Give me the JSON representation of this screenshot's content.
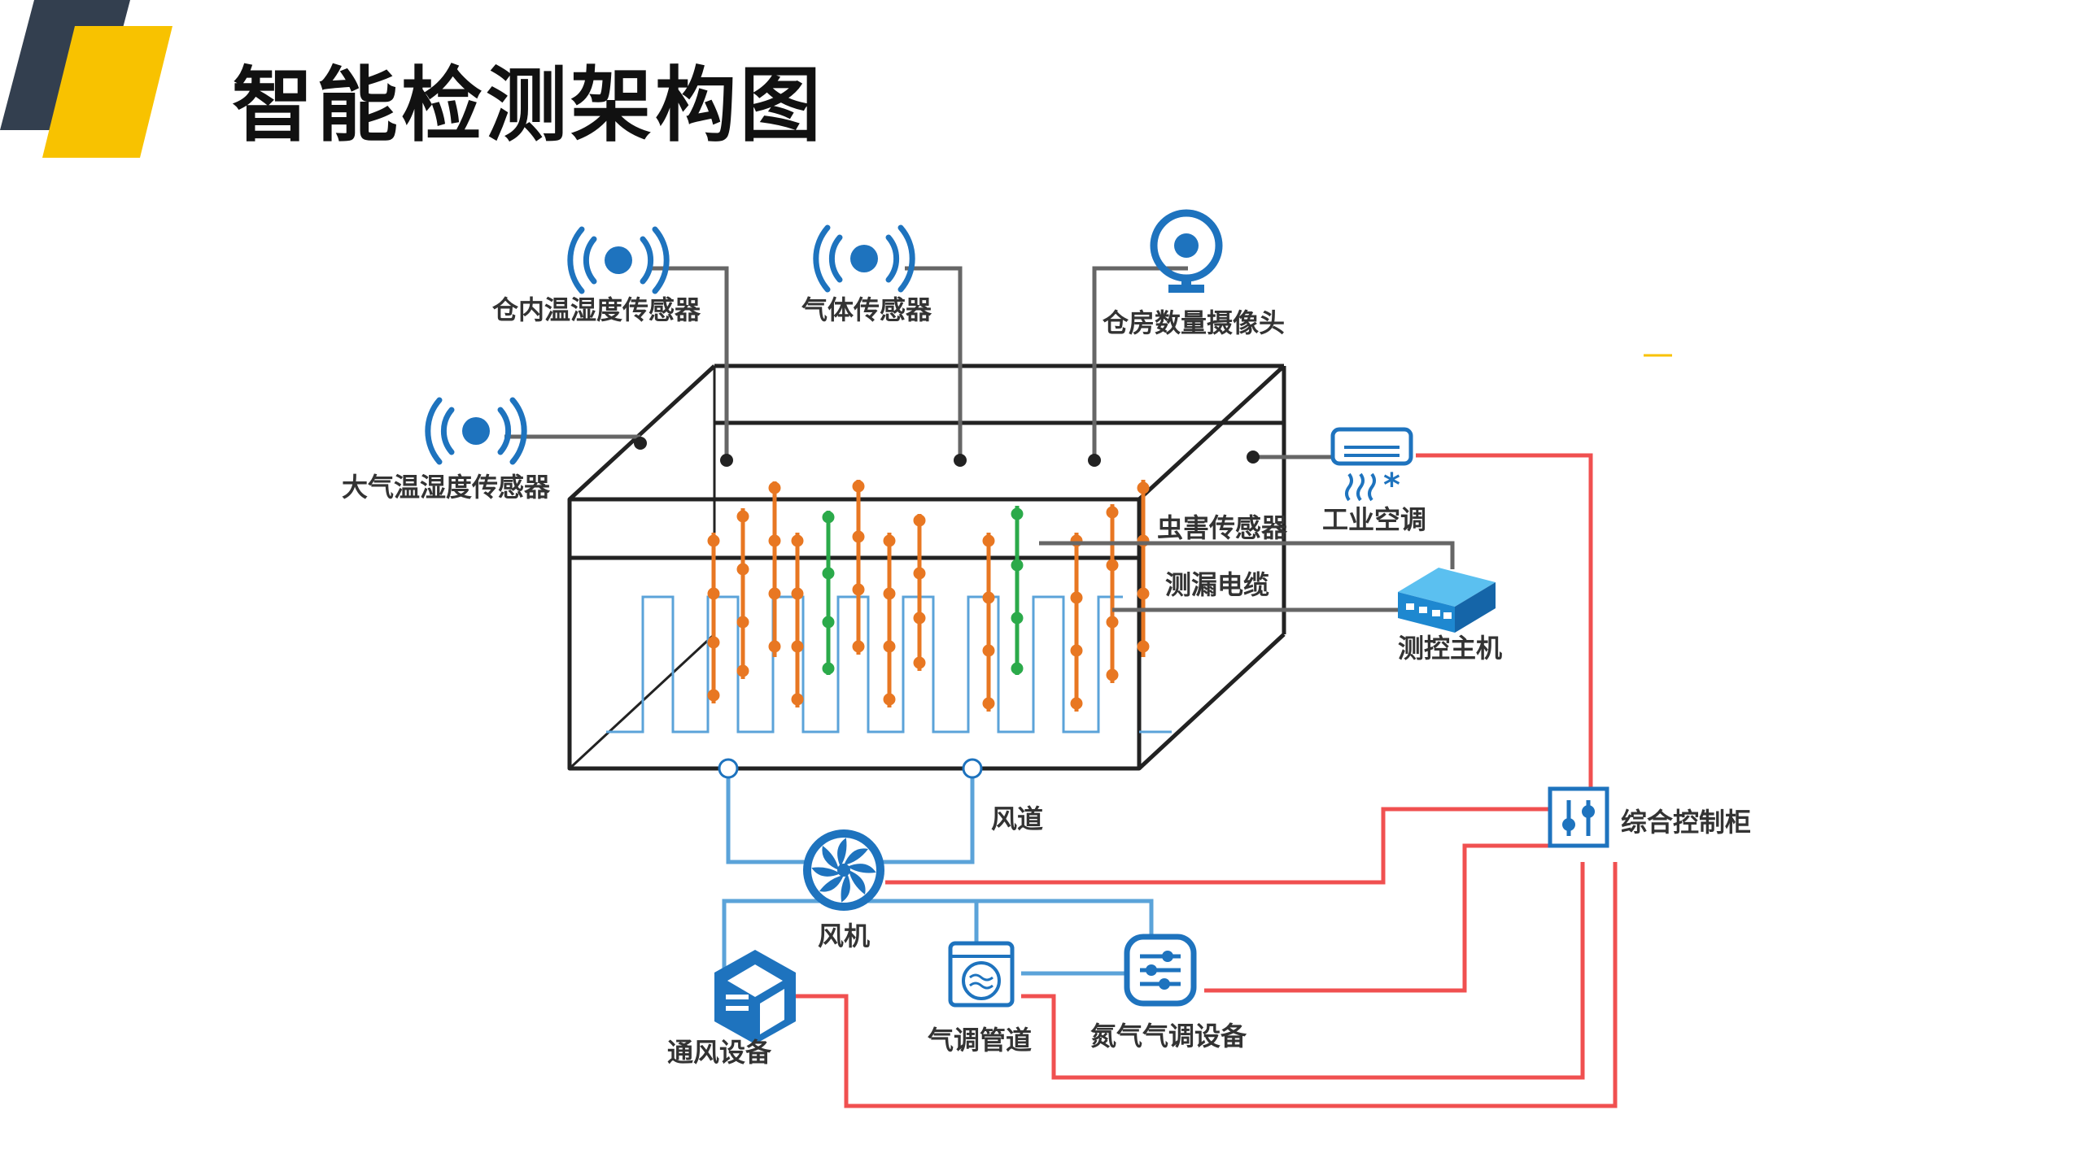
{
  "page": {
    "title": "智能检测架构图"
  },
  "colors": {
    "accent_yellow": "#F8C200",
    "accent_dark": "#333F4F",
    "icon_blue": "#1E73BE",
    "cable_orange": "#E87722",
    "cable_green": "#2BAA4A",
    "control_red": "#F05050",
    "duct_blue": "#5BA3D9",
    "frame_black": "#222222",
    "wire_gray": "#666666"
  },
  "labels": {
    "indoor_sensor": "仓内温湿度传感器",
    "gas_sensor": "气体传感器",
    "camera": "仓房数量摄像头",
    "outdoor_sensor": "大气温湿度传感器",
    "air_conditioner": "工业空调",
    "pest_sensor": "虫害传感器",
    "leak_cable": "测漏电缆",
    "host": "测控主机",
    "duct": "风道",
    "control_cabinet": "综合控制柜",
    "fan": "风机",
    "vent_device": "通风设备",
    "ac_pipe": "气调管道",
    "nitrogen_device": "氮气气调设备"
  }
}
